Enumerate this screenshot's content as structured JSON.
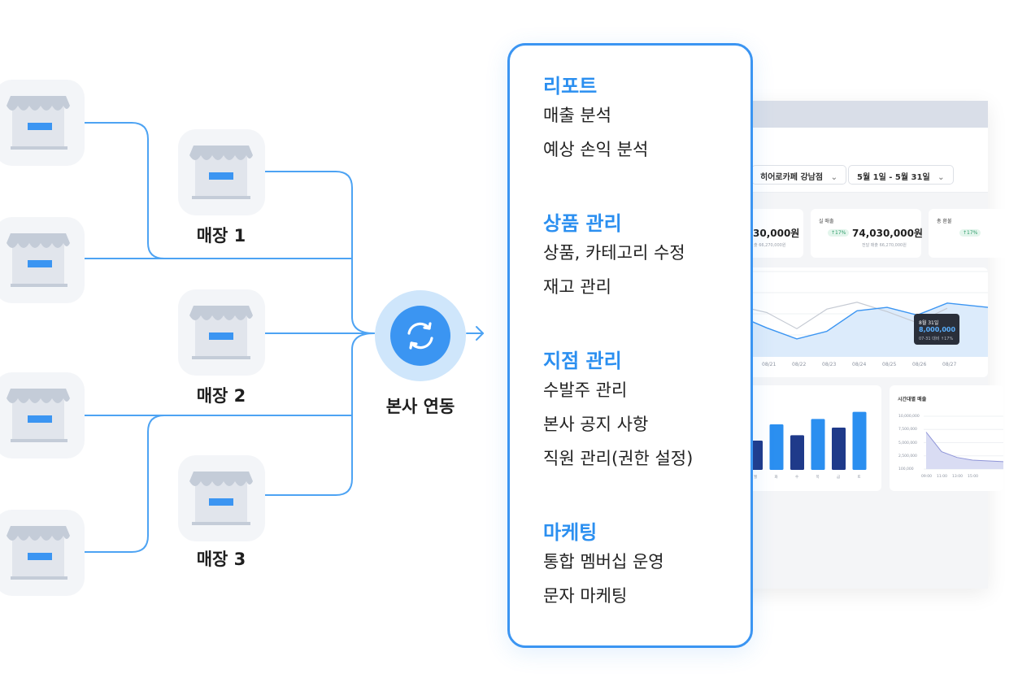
{
  "colors": {
    "accent": "#3b95f2",
    "line": "#4da3f3",
    "panel_border": "#3b95f2",
    "section_title": "#2b8ff0",
    "tile_bg": "#f3f5f8"
  },
  "stores": [
    {
      "label": "매장 1",
      "icon": "store-icon"
    },
    {
      "label": "매장 2",
      "icon": "store-icon"
    },
    {
      "label": "매장 3",
      "icon": "store-icon"
    }
  ],
  "outer_stores": [
    {
      "icon": "store-icon"
    },
    {
      "icon": "store-icon"
    },
    {
      "icon": "store-icon"
    },
    {
      "icon": "store-icon"
    }
  ],
  "hub": {
    "label": "본사 연동",
    "icon": "sync-icon"
  },
  "features": [
    {
      "title": "리포트",
      "items": [
        "매출 분석",
        "예상 손익 분석"
      ]
    },
    {
      "title": "상품 관리",
      "items": [
        "상품, 카테고리 수정",
        "재고 관리"
      ]
    },
    {
      "title": "지점 관리",
      "items": [
        "수발주 관리",
        "본사 공지 사항",
        "직원 관리(권한 설정)"
      ]
    },
    {
      "title": "마케팅",
      "items": [
        "통합 멤버십 운영",
        "문자 마케팅"
      ]
    }
  ],
  "dashboard": {
    "store_select": "히어로카페 강남점",
    "date_range": "5월 1일 - 5월 31일",
    "kpis": [
      {
        "title": "",
        "value": "30,000원",
        "change": "",
        "sub": "출 66,270,000원"
      },
      {
        "title": "실 매출",
        "value": "74,030,000원",
        "change": "↑17%",
        "sub": "전달 매출 66,270,000원"
      },
      {
        "title": "총 환불",
        "value": "",
        "change": "↑17%",
        "sub": ""
      }
    ],
    "tooltip": {
      "date": "8월 31일",
      "value": "8,000,000",
      "compare": "07-31 대비 ↑17%"
    },
    "hourly_title": "시간대별 매출",
    "hourly_yticks": [
      "10,000,000",
      "7,500,000",
      "5,000,000",
      "2,500,000",
      "100,000"
    ],
    "hourly_xticks": [
      "09:00",
      "11:00",
      "13:00",
      "15:00"
    ],
    "weekday_ticks": [
      "월",
      "화",
      "수",
      "목",
      "금",
      "토"
    ]
  },
  "chart_data": [
    {
      "type": "area",
      "x": [
        "08/21",
        "08/22",
        "08/23",
        "08/24",
        "08/25",
        "08/26",
        "08/27"
      ],
      "series": [
        {
          "values": [
            3.4,
            2.1,
            3.0,
            5.4,
            5.8,
            4.9,
            6.3
          ]
        },
        {
          "values": [
            5.2,
            3.3,
            5.6,
            6.4,
            5.3,
            4.0,
            5.7
          ]
        }
      ],
      "ylim": [
        0,
        10
      ],
      "grid": true
    },
    {
      "type": "bar",
      "categories": [
        "월",
        "화",
        "수",
        "목",
        "금",
        "토"
      ],
      "values": [
        5.4,
        8.4,
        6.4,
        9.4,
        7.8,
        10.7
      ],
      "ylim": [
        0,
        12
      ]
    },
    {
      "type": "area",
      "x": [
        "09:00",
        "11:00",
        "13:00",
        "15:00"
      ],
      "values": [
        7.0,
        3.3,
        2.2,
        1.7
      ],
      "ylim": [
        0,
        10
      ]
    }
  ]
}
